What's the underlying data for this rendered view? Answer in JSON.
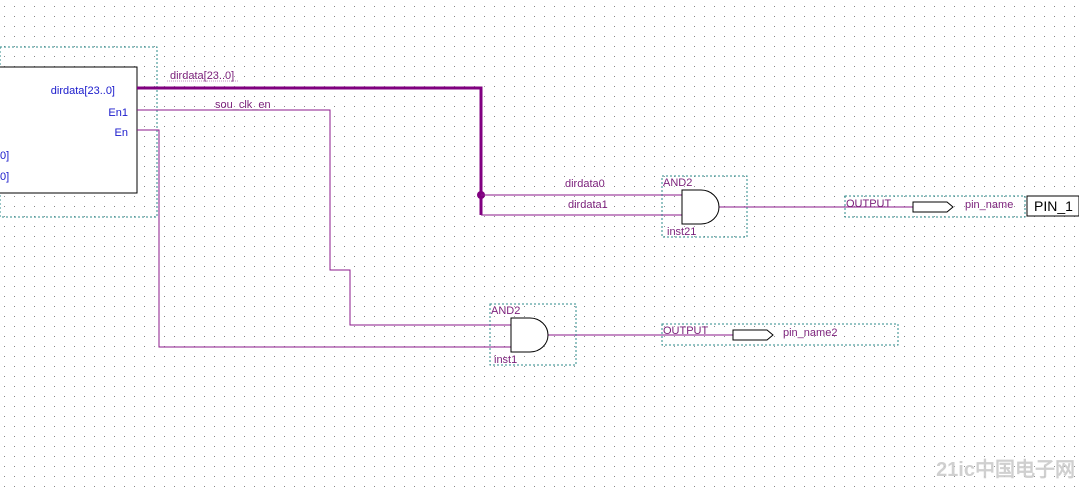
{
  "colors": {
    "background": "#ffffff",
    "grid_dot": "#8a8a8a",
    "wire": "#8b1a8b",
    "bus": "#800080",
    "port_text": "#1a1acc",
    "label_text": "#7a1f7a",
    "symbol_outline": "#000000",
    "group_border": "#2e8b8b",
    "pin_label_text": "#000000",
    "watermark": "#c8c8c8"
  },
  "block": {
    "ports": {
      "dirdata": "dirdata[23..0]",
      "en1": "En1",
      "en": "En",
      "clip1": "0]",
      "clip2": "0]"
    }
  },
  "net_labels": {
    "bus": "dirdata[23..0]",
    "clk": "sou_clk_en",
    "d0": "dirdata0",
    "d1": "dirdata1"
  },
  "gates": {
    "top": {
      "type": "AND2",
      "instance": "inst21"
    },
    "bottom": {
      "type": "AND2",
      "instance": "inst1"
    }
  },
  "outputs": {
    "top": {
      "kind": "OUTPUT",
      "name": "pin_name",
      "assignment": "PIN_1"
    },
    "bottom": {
      "kind": "OUTPUT",
      "name": "pin_name2"
    }
  },
  "watermark": {
    "text": "21ic中国电子网"
  }
}
